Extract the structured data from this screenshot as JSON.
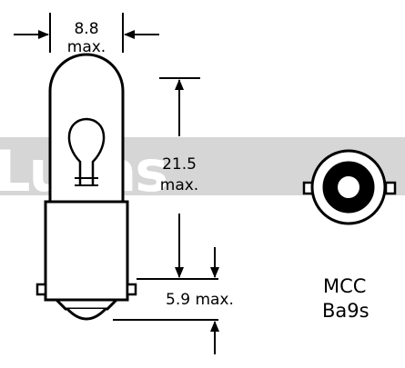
{
  "dimensions": {
    "width": {
      "value": "8.8",
      "qualifier": "max."
    },
    "height": {
      "value": "21.5",
      "qualifier": "max."
    },
    "base": {
      "label": "5.9 max."
    }
  },
  "watermark": {
    "brand": "Lucas"
  },
  "type": {
    "code": "MCC",
    "base": "Ba9s"
  },
  "colors": {
    "watermark_band": "#d6d6d6",
    "lines": "#000000",
    "background": "#ffffff"
  }
}
